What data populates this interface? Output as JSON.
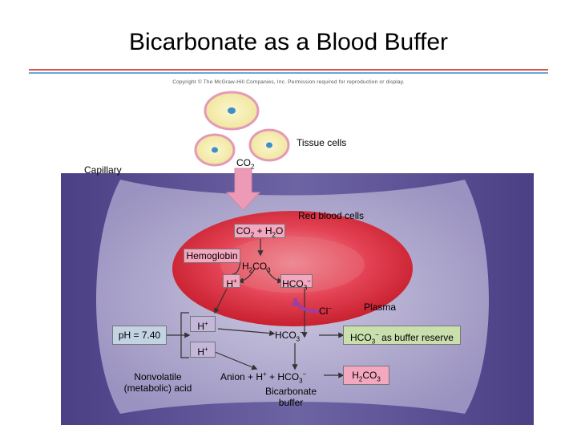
{
  "title": "Bicarbonate as a Blood Buffer",
  "copyright": "Copyright © The McGraw-Hill Companies, Inc. Permission required for reproduction or display.",
  "labels": {
    "tissue_cells": "Tissue cells",
    "capillary": "Capillary",
    "red_blood_cells": "Red blood cells",
    "plasma": "Plasma",
    "hemoglobin": "Hemoglobin",
    "ph": "pH = 7.40",
    "nonvolatile_line1": "Nonvolatile",
    "nonvolatile_line2": "(metabolic) acid",
    "bicarbonate_line1": "Bicarbonate",
    "bicarbonate_line2": "buffer",
    "buffer_reserve_text": "as buffer reserve"
  },
  "formulas": {
    "co2": [
      "CO",
      "2"
    ],
    "reaction": [
      "CO",
      "2",
      " + H",
      "2",
      "O"
    ],
    "h2co3": [
      "H",
      "2",
      "CO",
      "3"
    ],
    "h_plus": [
      "H",
      "+"
    ],
    "hco3": [
      "HCO",
      "3",
      "−"
    ],
    "cl": [
      "Cl",
      "−"
    ],
    "anion_eq": [
      "Anion + H",
      "+",
      " + HCO",
      "3",
      "−"
    ]
  },
  "colors": {
    "rule_red": "#d9534f",
    "rule_blue": "#6aa6d6",
    "vessel": "#5b4f95",
    "rbc": "#e33046",
    "arrow_pink": "#ec9ab5",
    "arrow_purple": "#9c3fa0",
    "cell_fill": "#f6eda8",
    "cell_border": "#e39ab8",
    "nucleus": "#3d8fc8"
  }
}
